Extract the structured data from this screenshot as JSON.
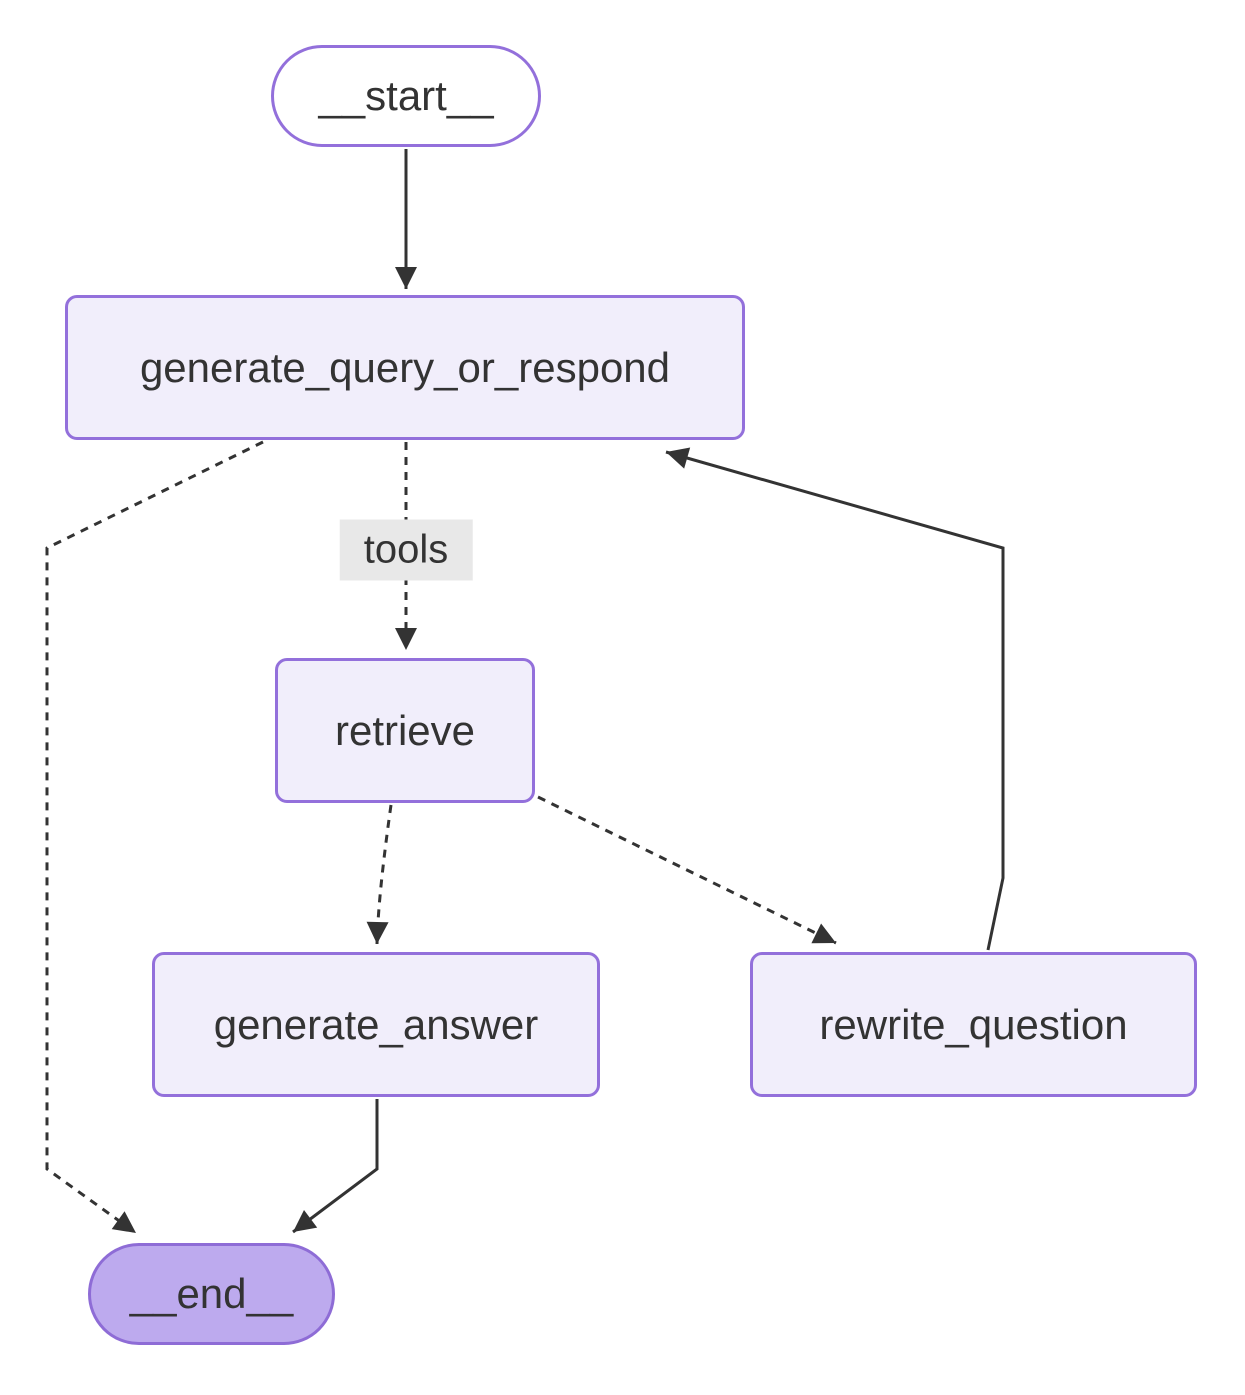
{
  "diagram": {
    "type": "flowchart",
    "direction": "top-down",
    "nodes": {
      "start": {
        "label": "__start__",
        "shape": "stadium"
      },
      "generate_query_or_respond": {
        "label": "generate_query_or_respond",
        "shape": "rect"
      },
      "retrieve": {
        "label": "retrieve",
        "shape": "rect"
      },
      "generate_answer": {
        "label": "generate_answer",
        "shape": "rect"
      },
      "rewrite_question": {
        "label": "rewrite_question",
        "shape": "rect"
      },
      "end": {
        "label": "__end__",
        "shape": "stadium"
      }
    },
    "edges": [
      {
        "from": "start",
        "to": "generate_query_or_respond",
        "style": "solid",
        "label": ""
      },
      {
        "from": "generate_query_or_respond",
        "to": "retrieve",
        "style": "dashed",
        "label": "tools"
      },
      {
        "from": "generate_query_or_respond",
        "to": "end",
        "style": "dashed",
        "label": ""
      },
      {
        "from": "retrieve",
        "to": "generate_answer",
        "style": "dashed",
        "label": ""
      },
      {
        "from": "retrieve",
        "to": "rewrite_question",
        "style": "dashed",
        "label": ""
      },
      {
        "from": "generate_answer",
        "to": "end",
        "style": "solid",
        "label": ""
      },
      {
        "from": "rewrite_question",
        "to": "generate_query_or_respond",
        "style": "solid",
        "label": ""
      }
    ],
    "edge_label": {
      "tools": "tools"
    },
    "colors": {
      "node_fill": "#f1eefb",
      "node_border": "#9370db",
      "start_fill": "#ffffff",
      "end_fill": "#bdaaee",
      "end_border": "#8e6cd6",
      "text": "#333333",
      "edge": "#333333",
      "edge_label_bg": "#e8e8e8"
    }
  }
}
